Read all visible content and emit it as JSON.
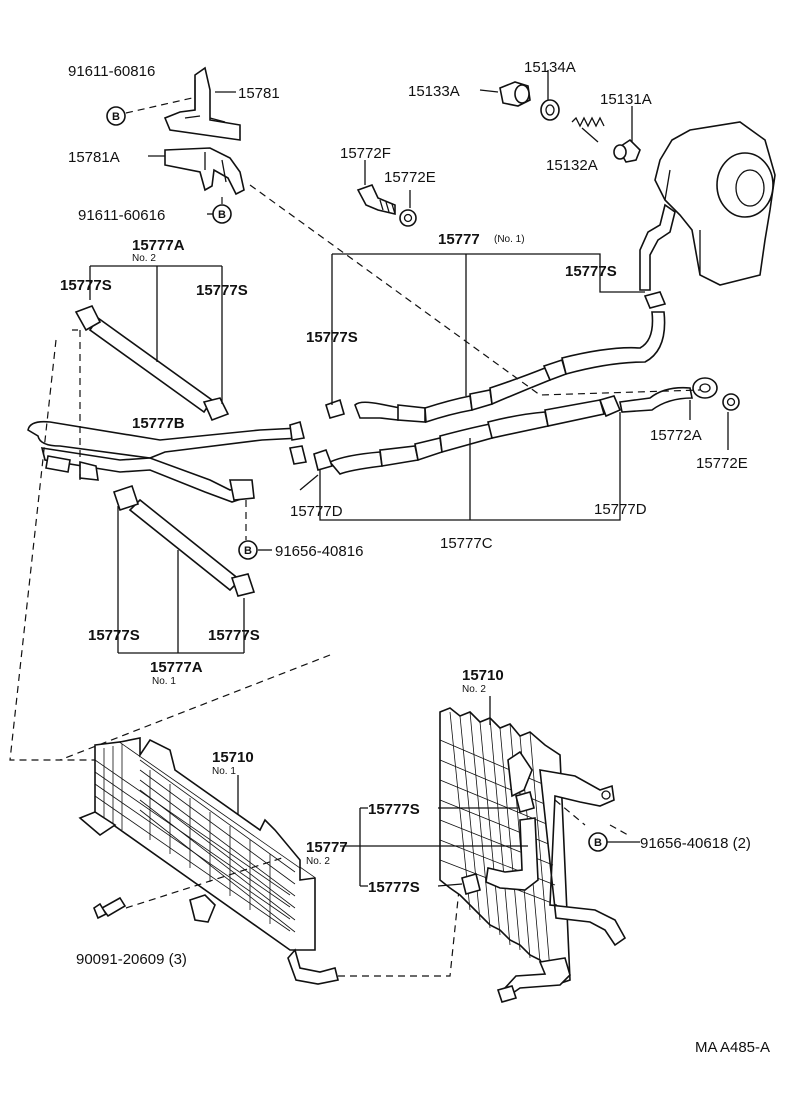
{
  "labels": {
    "l_91611_60816": "91611-60816",
    "l_15781": "15781",
    "l_15781A": "15781A",
    "l_91611_60616": "91611-60616",
    "l_15133A": "15133A",
    "l_15134A": "15134A",
    "l_15131A": "15131A",
    "l_15132A": "15132A",
    "l_15772F": "15772F",
    "l_15772E_top": "15772E",
    "l_15777_no1": "15777",
    "l_15777_no1_sub": "(No. 1)",
    "l_15777S_right": "15777S",
    "l_15777A_top": "15777A",
    "l_15777A_top_sub": "No. 2",
    "l_15777S_tl": "15777S",
    "l_15777S_tr": "15777S",
    "l_15777S_mid": "15777S",
    "l_15777B": "15777B",
    "l_15772A": "15772A",
    "l_15772E_right": "15772E",
    "l_15777D_left": "15777D",
    "l_15777D_right": "15777D",
    "l_15777C": "15777C",
    "l_91656_40816": "91656-40816",
    "l_15777S_bl": "15777S",
    "l_15777S_br": "15777S",
    "l_15777A_bot": "15777A",
    "l_15777A_bot_sub": "No. 1",
    "l_15710_no1": "15710",
    "l_15710_no1_sub": "No. 1",
    "l_15710_no2": "15710",
    "l_15710_no2_sub": "No. 2",
    "l_15777S_cool_top": "15777S",
    "l_15777_no2": "15777",
    "l_15777_no2_sub": "No. 2",
    "l_15777S_cool_bot": "15777S",
    "l_91656_40618": "91656-40618 (2)",
    "l_90091_20609": "90091-20609 (3)",
    "l_ref": "MA A485-A"
  },
  "bolt_marker": "B"
}
